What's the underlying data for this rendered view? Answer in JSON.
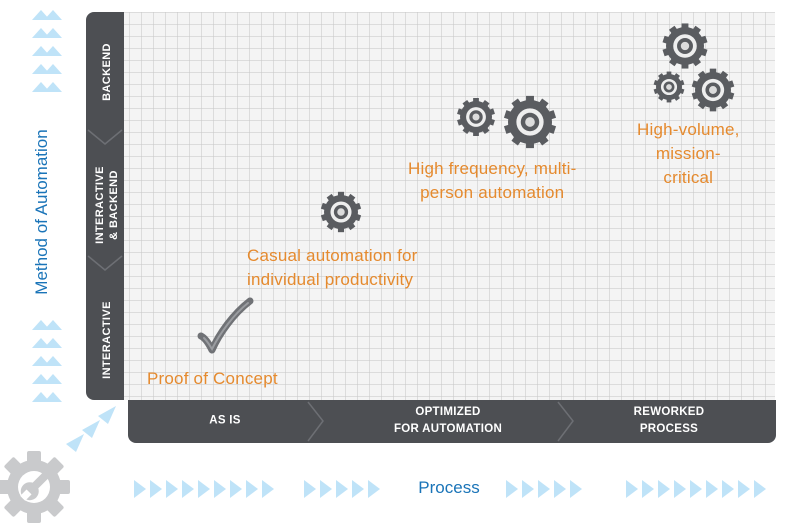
{
  "y_axis": {
    "title": "Method of Automation",
    "levels": [
      "BACKEND",
      "INTERACTIVE\n& BACKEND",
      "INTERACTIVE"
    ]
  },
  "x_axis": {
    "title": "Process",
    "levels": [
      "AS IS",
      "OPTIMIZED\nFOR AUTOMATION",
      "REWORKED\nPROCESS"
    ]
  },
  "stages": [
    "Proof of Concept",
    "Casual automation for\nindividual productivity",
    "High frequency, multi-\nperson automation",
    "High-volume,\nmission-\ncritical"
  ],
  "icons": {
    "corner": "wrench-gear-icon",
    "proof": "checkmark-icon",
    "stage_gears": "gear-icon"
  },
  "colors": {
    "band": "#4d4f53",
    "stage_text": "#e58a2e",
    "axis_title": "#1a74b8",
    "arrows": "#bfe3f8",
    "gear": "#5a5c60"
  }
}
